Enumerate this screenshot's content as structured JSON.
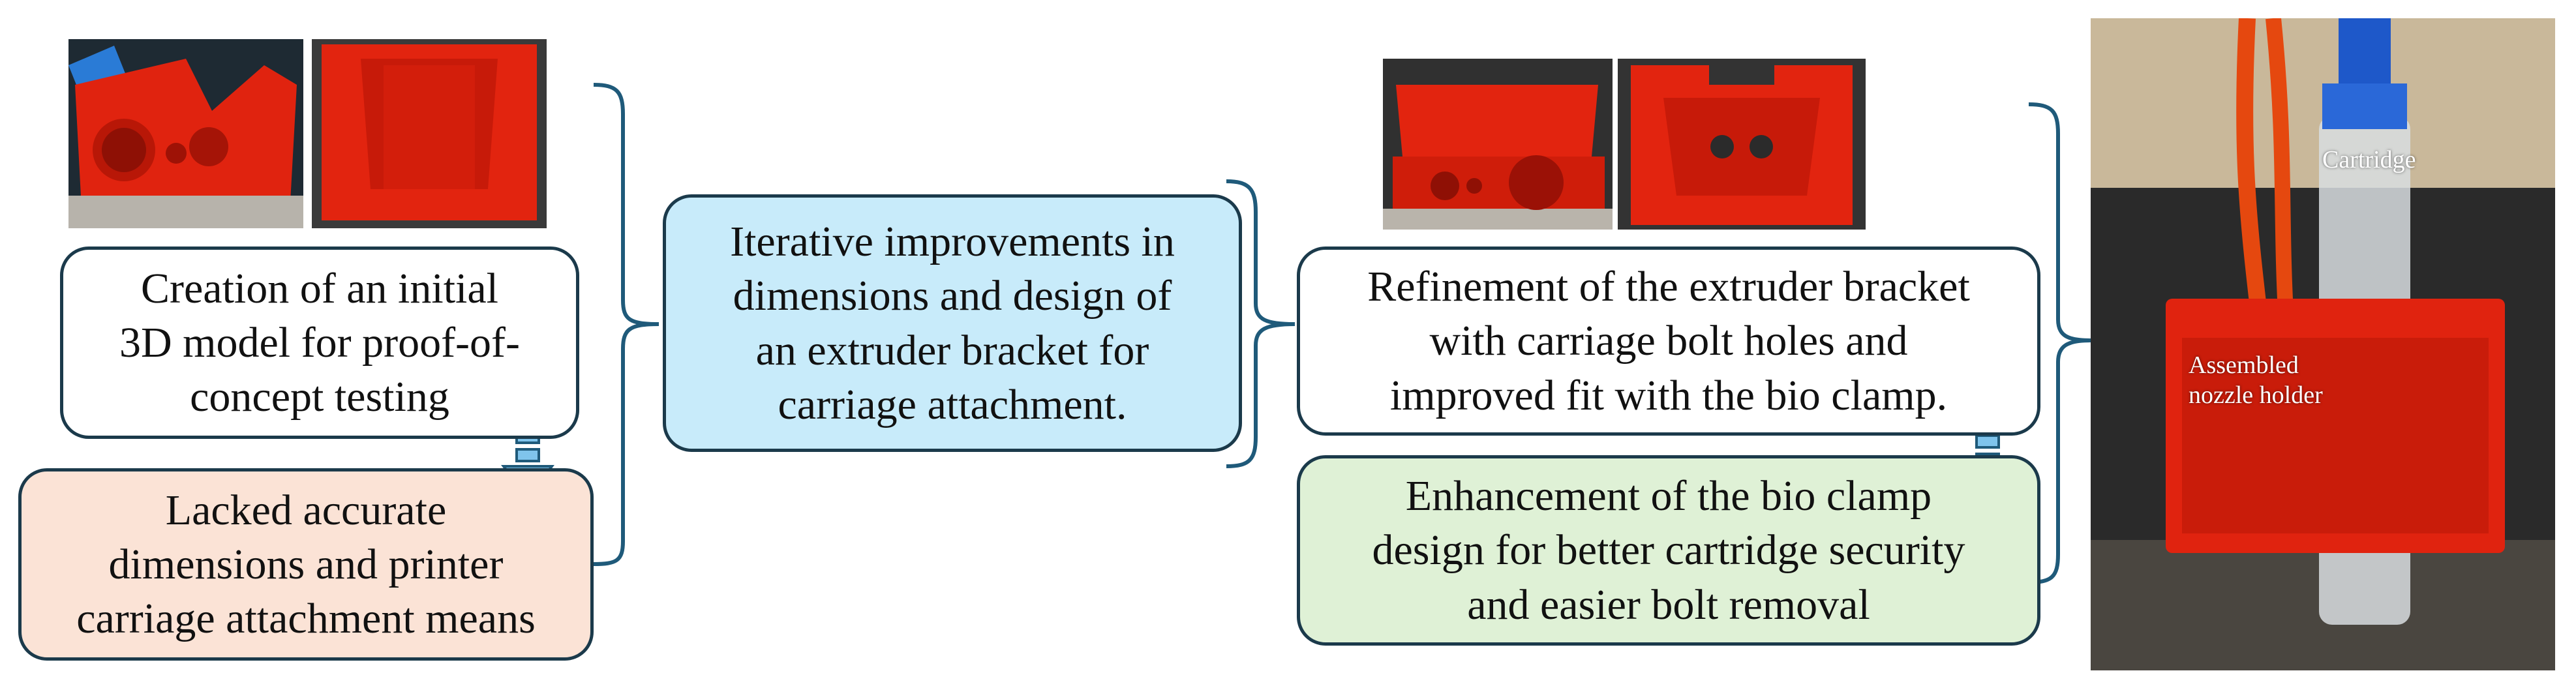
{
  "boxes": {
    "initial_model": {
      "lines": [
        "Creation of an initial",
        "3D model for proof-of-",
        "concept testing"
      ]
    },
    "lacked": {
      "lines": [
        "Lacked accurate",
        "dimensions and printer",
        "carriage attachment means"
      ]
    },
    "iterative": {
      "lines": [
        "Iterative improvements in",
        "dimensions and design of",
        "an extruder bracket for",
        "carriage attachment."
      ]
    },
    "refinement": {
      "lines": [
        "Refinement of the extruder bracket",
        "with carriage bolt holes and",
        "improved fit with the bio clamp."
      ]
    },
    "enhancement": {
      "lines": [
        "Enhancement of the bio clamp",
        "design for better cartridge security",
        "and easier bolt removal"
      ]
    }
  },
  "photo_labels": {
    "cartridge": "Cartridge",
    "assembled": [
      "Assembled",
      "nozzle holder"
    ]
  },
  "colors": {
    "border": "#1b3a4b",
    "box_white": "#ffffff",
    "box_peach": "#fbe3d6",
    "box_blue": "#c8ebfa",
    "box_green": "#dff1d6",
    "arrow_fill": "#7fc4ec",
    "print_red": "#e8200f"
  }
}
